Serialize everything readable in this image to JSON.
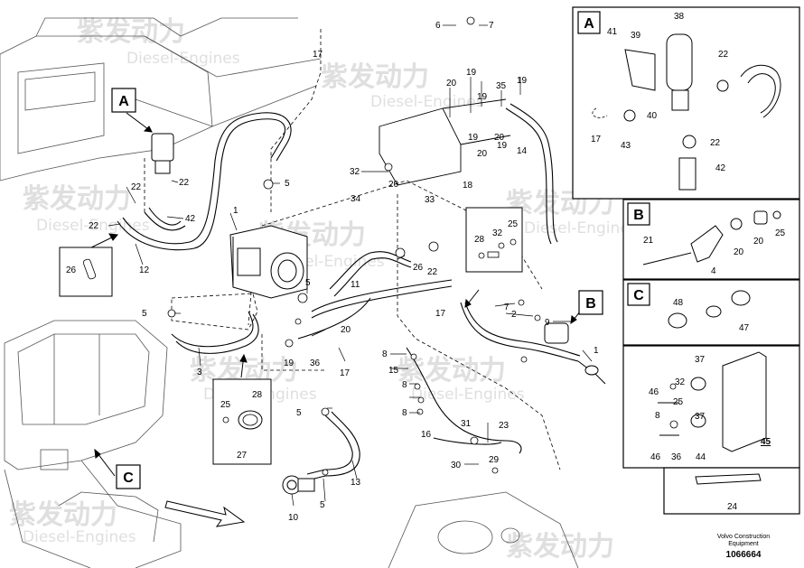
{
  "watermark": {
    "brand": "紫发动力",
    "sub": "Diesel-Engines"
  },
  "callouts": {
    "A": "A",
    "B": "B",
    "C": "C"
  },
  "detail_panels": {
    "A": {
      "label": "A",
      "parts": [
        "38",
        "41",
        "39",
        "22",
        "40",
        "17",
        "43",
        "22",
        "42"
      ]
    },
    "B": {
      "label": "B",
      "parts": [
        "21",
        "20",
        "20",
        "25",
        "4"
      ]
    },
    "C": {
      "label": "C",
      "parts": [
        "48",
        "47"
      ]
    },
    "bracket": {
      "parts": [
        "37",
        "32",
        "46",
        "25",
        "8",
        "37",
        "46",
        "36",
        "44",
        "45"
      ]
    },
    "tie": {
      "parts": [
        "24"
      ]
    }
  },
  "part_numbers": {
    "p6": "6",
    "p7a": "7",
    "p17a": "17",
    "p19a": "19",
    "p20a": "20",
    "p19b": "19",
    "p35": "35",
    "p19c": "19",
    "p22a": "22",
    "p22b": "22",
    "p42": "42",
    "p5a": "5",
    "p19d": "19",
    "p20b": "20",
    "p32a": "32",
    "p20c": "20",
    "p20d": "20",
    "p14": "14",
    "p34": "34",
    "p33": "33",
    "p18": "18",
    "p22c": "22",
    "p26a": "26",
    "p12": "12",
    "p1a": "1",
    "p26b": "26",
    "p22d": "22",
    "p11": "11",
    "p5b": "5",
    "p28a": "28",
    "p32b": "32",
    "p25a": "25",
    "p5c": "5",
    "p20e": "20",
    "p3": "3",
    "p19e": "19",
    "p36": "36",
    "p17b": "17",
    "p17c": "17",
    "p7b": "7",
    "p2": "2",
    "p9": "9",
    "p1b": "1",
    "p8a": "8",
    "p15": "15",
    "p8b": "8",
    "p8c": "8",
    "p16": "16",
    "p31": "31",
    "p23": "23",
    "p30": "30",
    "p29": "29",
    "p25b": "25",
    "p28b": "28",
    "p27": "27",
    "p5d": "5",
    "p13": "13",
    "p10": "10",
    "p5e": "5"
  },
  "footer": {
    "line1": "Volvo Construction",
    "line2": "Equipment",
    "number": "1066664"
  }
}
